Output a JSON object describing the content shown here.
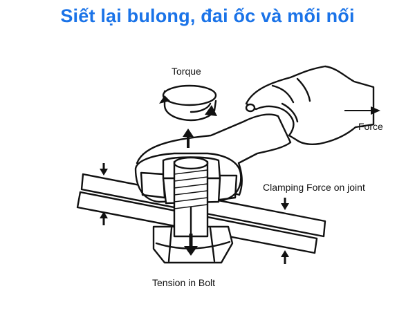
{
  "title": "Siết lại bulong, đai ốc và mối nối",
  "labels": {
    "torque": "Torque",
    "force": "Force",
    "clamping": "Clamping Force on joint",
    "tension": "Tension in Bolt"
  },
  "colors": {
    "title": "#1a73e8",
    "ink": "#111111",
    "background": "#ffffff"
  },
  "icons": [
    "torque-rotation-icon",
    "force-arrow-icon",
    "clamp-arrow-icon",
    "tension-arrow-icon"
  ]
}
